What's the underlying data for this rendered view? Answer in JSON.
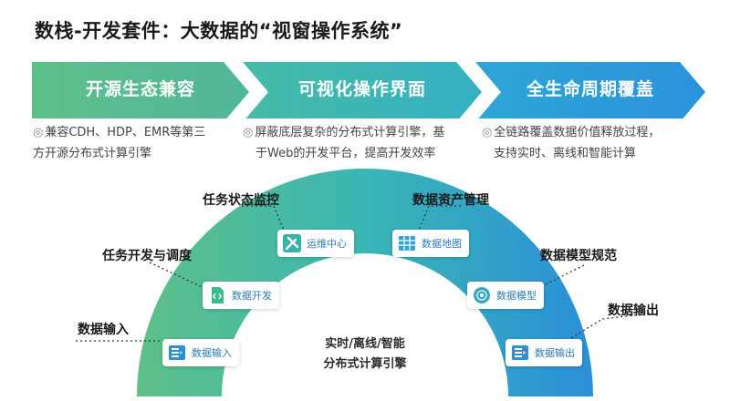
{
  "title": "数栈-开发套件：大数据的“视窗操作系统”",
  "chevrons": [
    {
      "label": "开源生态兼容",
      "color": "#57bb85"
    },
    {
      "label": "可视化操作界面",
      "color": "#3dbaa6"
    },
    {
      "label": "全生命周期覆盖",
      "color": "#2a9fd9"
    }
  ],
  "descriptions": [
    {
      "line1": "兼容CDH、HDP、EMR等第三",
      "line2": "方开源分布式计算引擎"
    },
    {
      "line1": "屏蔽底层复杂的分布式计算引擎，基",
      "line2": "于Web的开发平台，提高开发效率"
    },
    {
      "line1": "全链路覆盖数据价值释放过程，",
      "line2": "支持实时、离线和智能计算"
    }
  ],
  "core": {
    "line1": "实时/离线/智能",
    "line2": "分布式计算引擎"
  },
  "modules": [
    {
      "label": "数据输入",
      "icon": "data-input-icon"
    },
    {
      "label": "数据开发",
      "icon": "code-file-icon"
    },
    {
      "label": "运维中心",
      "icon": "tools-icon"
    },
    {
      "label": "数据地图",
      "icon": "table-map-icon"
    },
    {
      "label": "数据模型",
      "icon": "model-icon"
    },
    {
      "label": "数据输出",
      "icon": "data-output-icon"
    }
  ],
  "callouts": {
    "input": "数据输入",
    "dev": "任务开发与调度",
    "monitor": "任务状态监控",
    "asset": "数据资产管理",
    "model": "数据模型规范",
    "output": "数据输出"
  }
}
